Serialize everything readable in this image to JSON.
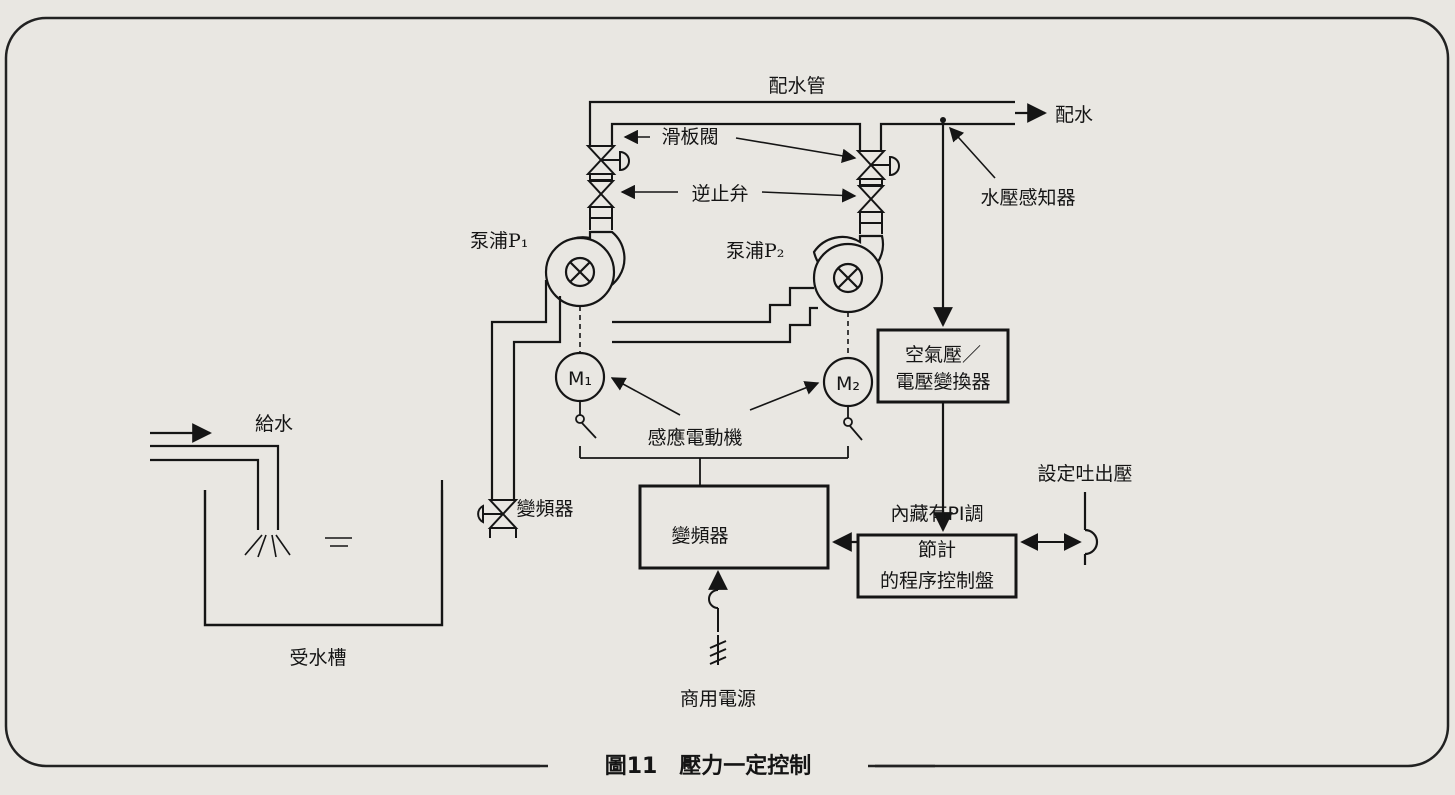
{
  "diagram": {
    "caption": "圖11　壓力一定控制",
    "labels": {
      "distribution_pipe": "配水管",
      "distribution_out": "配水",
      "slide_valve": "滑板閥",
      "check_valve": "逆止弁",
      "pressure_sensor": "水壓感知器",
      "pump_p1": "泵浦P₁",
      "pump_p2": "泵浦P₂",
      "motor_m1": "M₁",
      "motor_m2": "M₂",
      "converter_line1": "空氣壓／",
      "converter_line2": "電壓變換器",
      "induction_motor": "感應電動機",
      "supply_water": "給水",
      "inverter_left": "變頻器",
      "inverter_box": "變頻器",
      "controller_line1": "內藏有PI調",
      "controller_line2": "節計",
      "controller_line3": "的程序控制盤",
      "setpoint": "設定吐出壓",
      "receiving_tank": "受水槽",
      "mains_power": "商用電源"
    }
  }
}
